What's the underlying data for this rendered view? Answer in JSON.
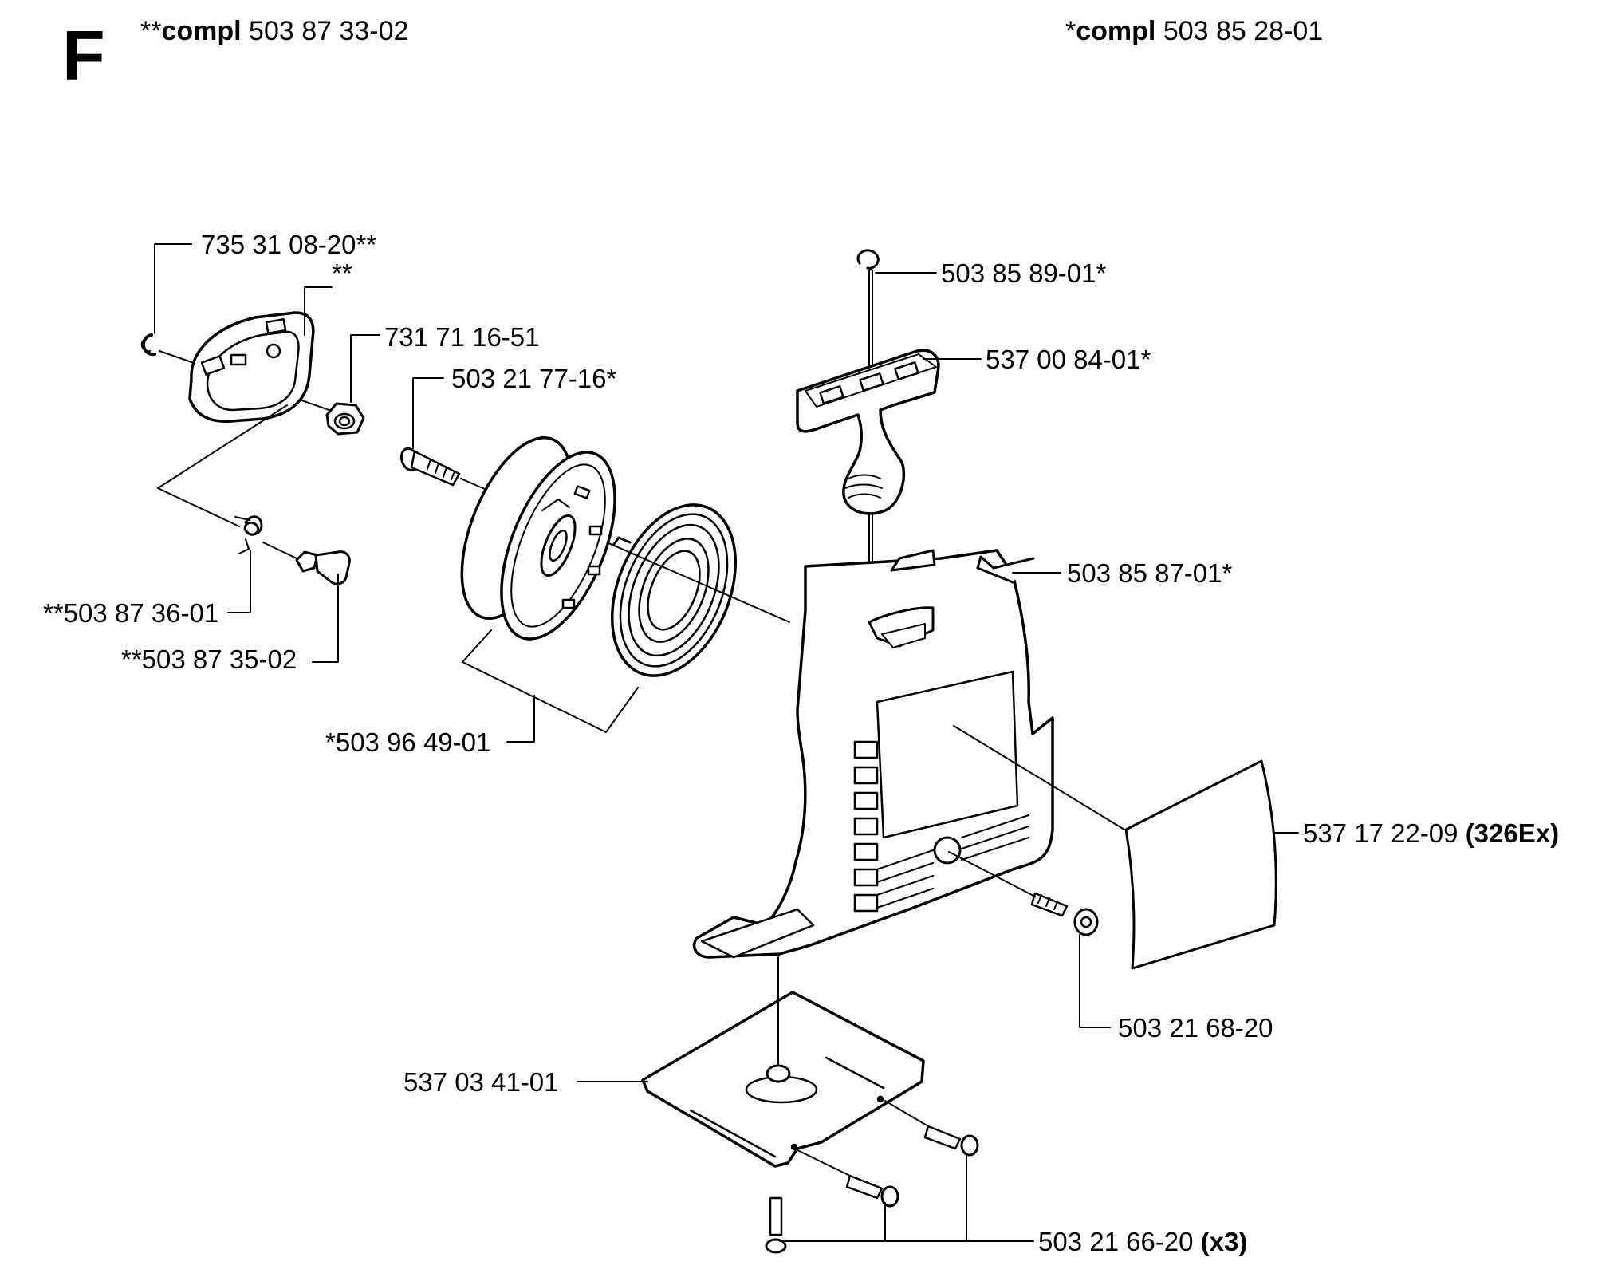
{
  "section": "F",
  "header": {
    "left": {
      "prefix": "**",
      "bold": "compl",
      "number": "503 87 33-02"
    },
    "right": {
      "prefix": "*",
      "bold": "compl",
      "number": "503 85 28-01"
    }
  },
  "labels": {
    "p1": "735 31 08-20**",
    "p2": "**",
    "p3": "731 71 16-51",
    "p4": "503 21 77-16*",
    "p5": "503 85 89-01*",
    "p6": "537 00 84-01*",
    "p7": "503 85 87-01*",
    "p8": "**503 87 36-01",
    "p9": "**503 87 35-02",
    "p10": "*503 96 49-01",
    "p11_num": "537 17 22-09",
    "p11_bold": "(326Ex)",
    "p12": "503 21 68-20",
    "p13": "537 03 41-01",
    "p14_num": "503 21 66-20",
    "p14_bold": "(x3)"
  }
}
